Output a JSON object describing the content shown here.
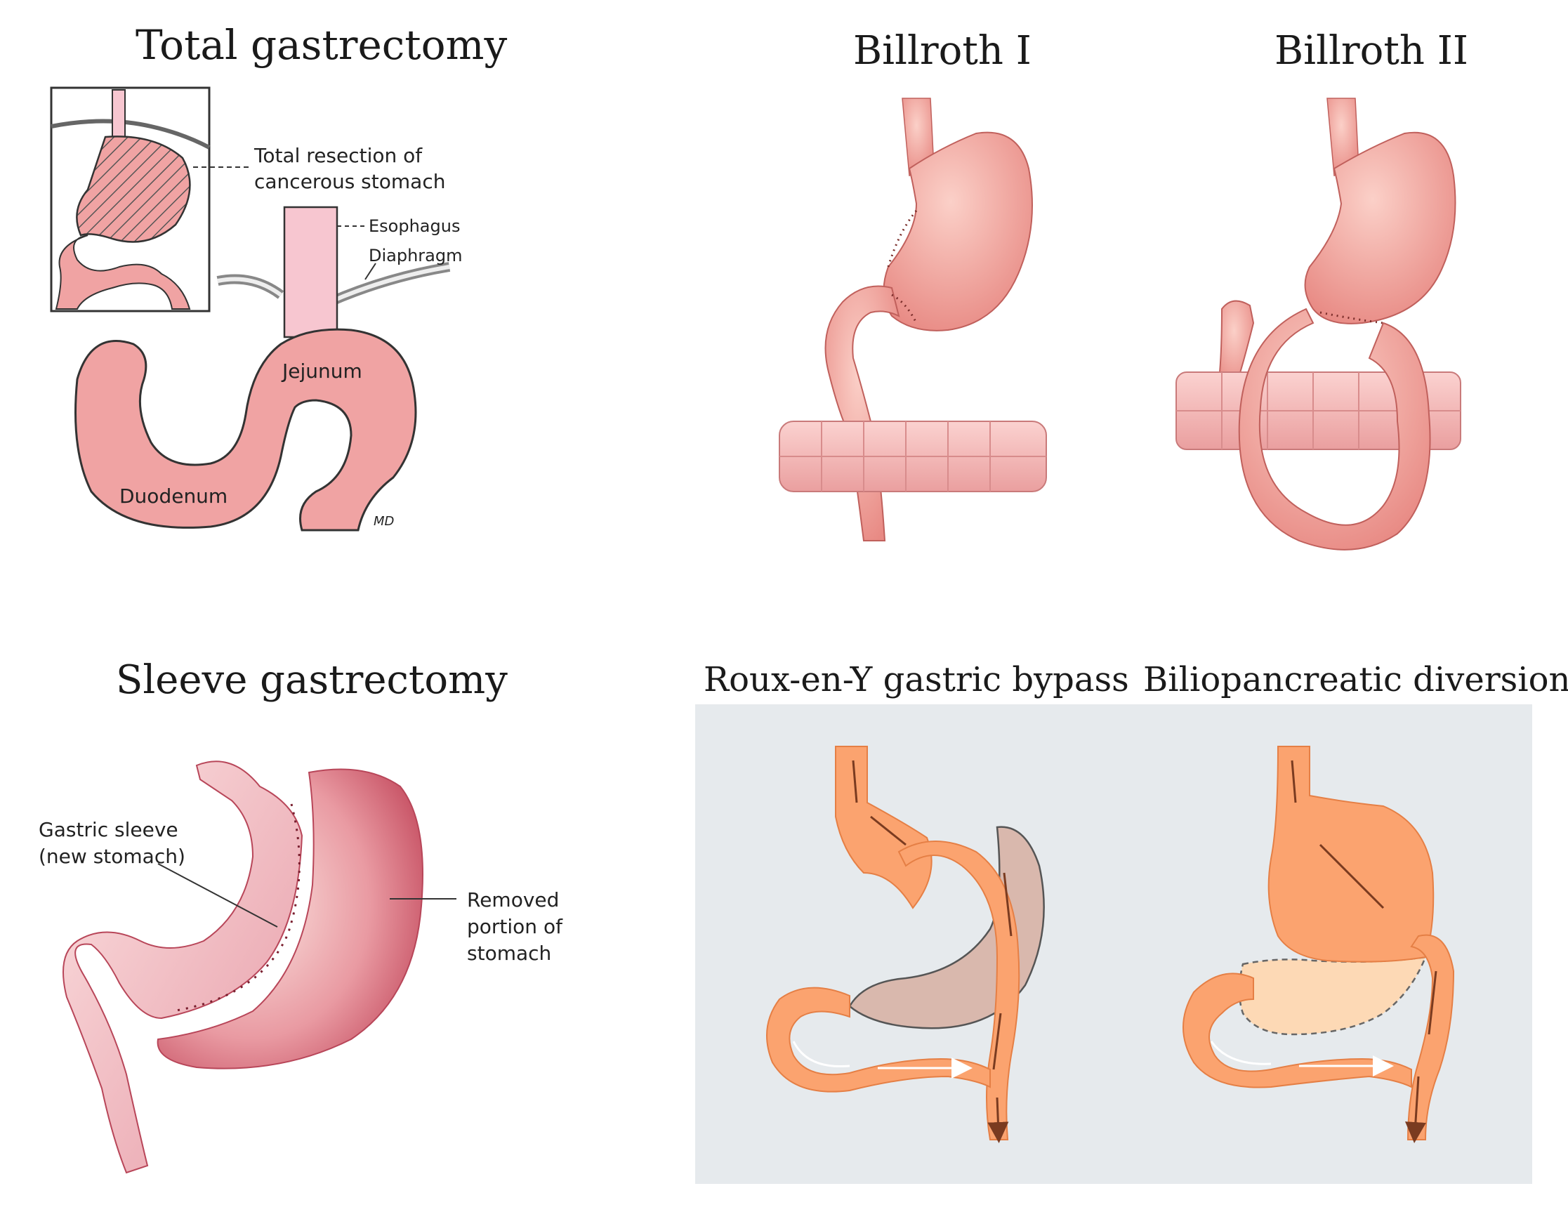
{
  "colors": {
    "tissue": "#f0a3a3",
    "tissue_dark": "#d97878",
    "esophagus": "#f7c6d0",
    "stomach_grad_light": "#fbd0c8",
    "stomach_grad_dark": "#e88a84",
    "sleeve_dark": "#c2475b",
    "orange": "#fba36f",
    "orange_dark": "#e57f45",
    "removed_brown": "#d9b8ad",
    "removed_peach": "#fdd9b5",
    "bg_grey": "#e6eaed"
  },
  "panels": {
    "total": {
      "title": "Total gastrectomy",
      "labels": {
        "resection_line1": "Total resection of",
        "resection_line2": "cancerous stomach",
        "esophagus": "Esophagus",
        "diaphragm": "Diaphragm",
        "jejunum": "Jejunum",
        "duodenum": "Duodenum",
        "signature": "MD"
      }
    },
    "billroth1": {
      "title": "Billroth I"
    },
    "billroth2": {
      "title": "Billroth II"
    },
    "sleeve": {
      "title": "Sleeve gastrectomy",
      "labels": {
        "sleeve_line1": "Gastric sleeve",
        "sleeve_line2": "(new stomach)",
        "removed_line1": "Removed",
        "removed_line2": "portion of",
        "removed_line3": "stomach"
      }
    },
    "rouxeny": {
      "title": "Roux-en-Y gastric bypass"
    },
    "bpd": {
      "title": "Biliopancreatic diversion"
    }
  }
}
